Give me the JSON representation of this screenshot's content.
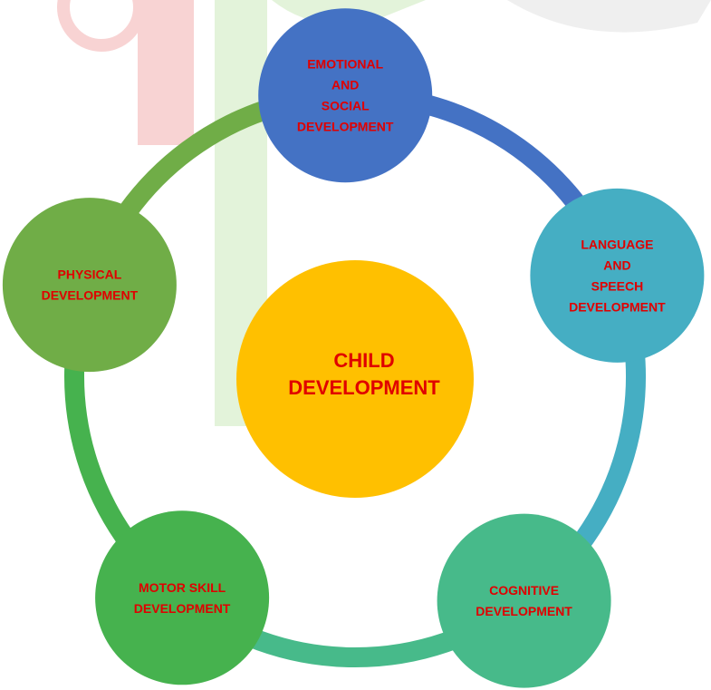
{
  "center": {
    "label_lines": [
      "CHILD",
      "DEVELOPMENT"
    ],
    "color": "#FFC000",
    "text_color": "#E00000"
  },
  "nodes": [
    {
      "id": "emotional-social",
      "label_lines": [
        "EMOTIONAL",
        "AND",
        "SOCIAL",
        "DEVELOPMENT"
      ],
      "color": "#4472C4"
    },
    {
      "id": "language-speech",
      "label_lines": [
        "LANGUAGE",
        "AND",
        "SPEECH",
        "DEVELOPMENT"
      ],
      "color": "#45AEC3"
    },
    {
      "id": "cognitive",
      "label_lines": [
        "COGNITIVE",
        "DEVELOPMENT"
      ],
      "color": "#47BA8A"
    },
    {
      "id": "motor-skill",
      "label_lines": [
        "MOTOR SKILL",
        "DEVELOPMENT"
      ],
      "color": "#46B24E"
    },
    {
      "id": "physical",
      "label_lines": [
        "PHYSICAL",
        "DEVELOPMENT"
      ],
      "color": "#70AD47"
    }
  ],
  "connectors": [
    {
      "from": "emotional-social",
      "to": "language-speech",
      "color": "#4472C4"
    },
    {
      "from": "language-speech",
      "to": "cognitive",
      "color": "#45AEC3"
    },
    {
      "from": "cognitive",
      "to": "motor-skill",
      "color": "#47BA8A"
    },
    {
      "from": "motor-skill",
      "to": "physical",
      "color": "#46B24E"
    },
    {
      "from": "physical",
      "to": "emotional-social",
      "color": "#70AD47"
    }
  ],
  "label_color": "#E00000",
  "watermark_colors": {
    "red": "#F8D3D3",
    "green": "#E3F3DA",
    "gray": "#EFEFEF"
  }
}
